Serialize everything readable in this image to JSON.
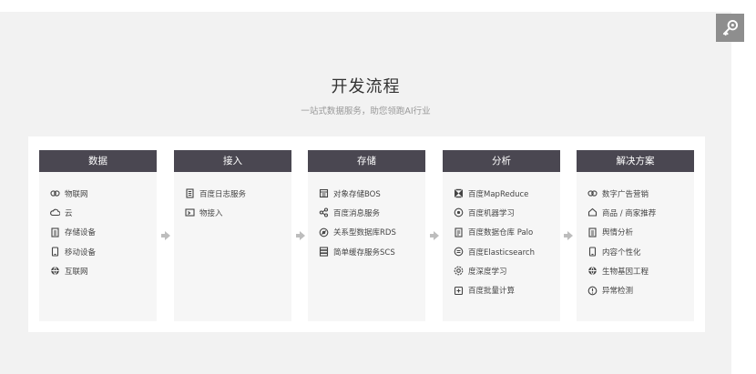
{
  "zoom": {
    "icon": "zoom-key-icon"
  },
  "header": {
    "title": "开发流程",
    "subtitle": "一站式数据服务，助您领跑AI行业"
  },
  "columns": [
    {
      "label": "数据",
      "items": [
        {
          "label": "物联网",
          "icon": "iot-link-icon"
        },
        {
          "label": "云",
          "icon": "cloud-icon"
        },
        {
          "label": "存储设备",
          "icon": "storage-device-icon"
        },
        {
          "label": "移动设备",
          "icon": "mobile-device-icon"
        },
        {
          "label": "互联网",
          "icon": "internet-globe-icon"
        }
      ]
    },
    {
      "label": "接入",
      "items": [
        {
          "label": "百度日志服务",
          "icon": "log-document-icon"
        },
        {
          "label": "物接入",
          "icon": "device-access-icon"
        }
      ]
    },
    {
      "label": "存储",
      "items": [
        {
          "label": "对象存储BOS",
          "icon": "object-storage-icon"
        },
        {
          "label": "百度消息服务",
          "icon": "message-share-icon"
        },
        {
          "label": "关系型数据库RDS",
          "icon": "database-icon"
        },
        {
          "label": "简单缓存服务SCS",
          "icon": "cache-server-icon"
        }
      ]
    },
    {
      "label": "分析",
      "items": [
        {
          "label": "百度MapReduce",
          "icon": "mapreduce-icon"
        },
        {
          "label": "百度机器学习",
          "icon": "machine-learning-icon"
        },
        {
          "label": "百度数据仓库 Palo",
          "icon": "data-warehouse-icon"
        },
        {
          "label": "百度Elasticsearch",
          "icon": "elasticsearch-icon"
        },
        {
          "label": "度深度学习",
          "icon": "deep-learning-icon"
        },
        {
          "label": "百度批量计算",
          "icon": "batch-compute-icon"
        }
      ]
    },
    {
      "label": "解决方案",
      "items": [
        {
          "label": "数字广告营销",
          "icon": "ad-marketing-icon"
        },
        {
          "label": "商品 / 商家推荐",
          "icon": "recommend-icon"
        },
        {
          "label": "舆情分析",
          "icon": "sentiment-analysis-icon"
        },
        {
          "label": "内容个性化",
          "icon": "content-personalize-icon"
        },
        {
          "label": "生物基因工程",
          "icon": "gene-engineering-icon"
        },
        {
          "label": "异常检测",
          "icon": "anomaly-detection-icon"
        }
      ]
    }
  ],
  "arrow_icon": "arrow-right-icon",
  "colors": {
    "header_bg": "#4a4751",
    "stage_bg": "#f2f2f2",
    "card_bg": "#f6f6f6"
  }
}
